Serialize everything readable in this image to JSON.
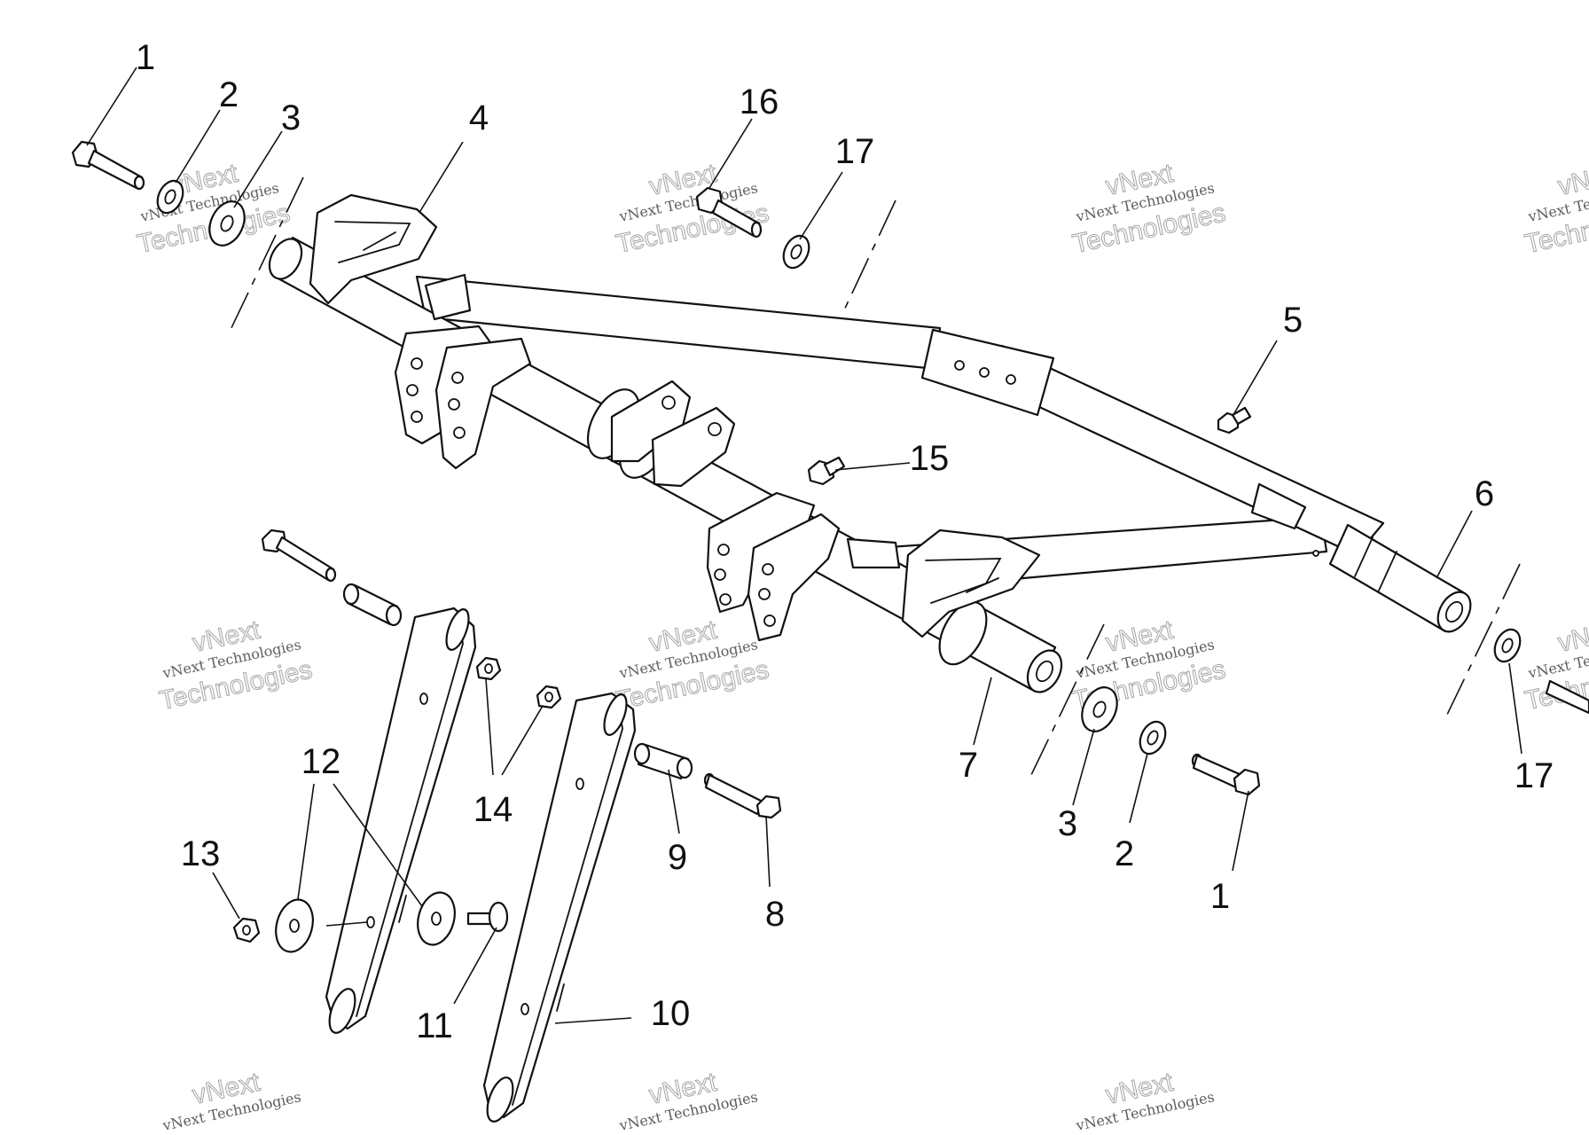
{
  "watermark": {
    "line1": "vNext Technologies",
    "line2": "Technologies",
    "top": "vNext"
  },
  "callouts": {
    "c1a": "1",
    "c2a": "2",
    "c3a": "3",
    "c4": "4",
    "c16": "16",
    "c17a": "17",
    "c5": "5",
    "c15": "15",
    "c6": "6",
    "c7": "7",
    "c3b": "3",
    "c2b": "2",
    "c1b": "1",
    "c17b": "17",
    "c12": "12",
    "c13": "13",
    "c14": "14",
    "c9": "9",
    "c8": "8",
    "c11": "11",
    "c10": "10"
  }
}
